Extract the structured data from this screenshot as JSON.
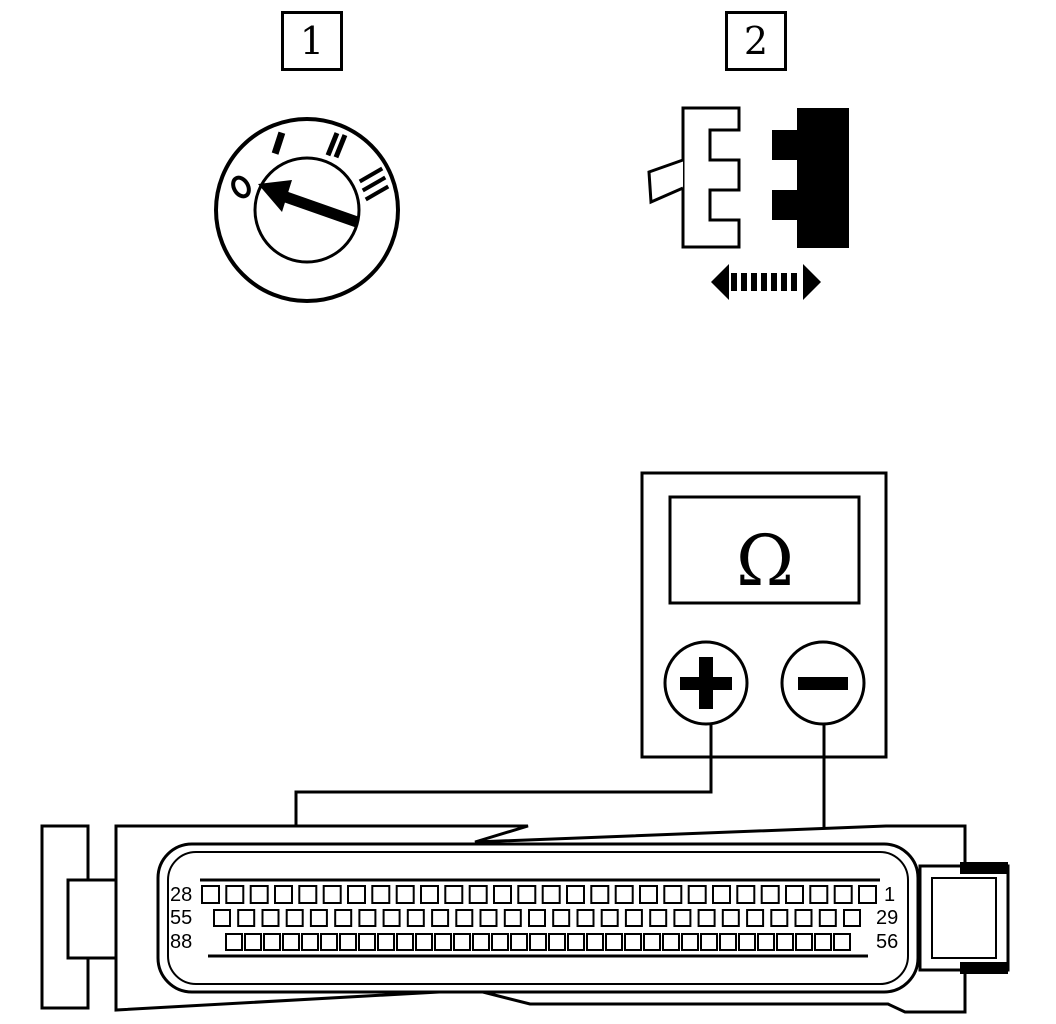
{
  "steps": [
    {
      "number": "1",
      "caption_icon": "ignition-switch-icon"
    },
    {
      "number": "2",
      "caption_icon": "connector-disconnect-icon"
    }
  ],
  "ignition_switch": {
    "positions": [
      "0",
      "I",
      "II",
      "III"
    ],
    "selected_position": "0"
  },
  "ohmmeter": {
    "unit_symbol": "Ω",
    "positive_symbol": "+",
    "negative_symbol": "−"
  },
  "connector": {
    "row_labels_left": [
      "28",
      "55",
      "88"
    ],
    "row_labels_right": [
      "1",
      "29",
      "56"
    ],
    "rows": [
      {
        "first_pin": 1,
        "last_pin": 28,
        "pin_count": 28
      },
      {
        "first_pin": 29,
        "last_pin": 55,
        "pin_count": 27
      },
      {
        "first_pin": 56,
        "last_pin": 88,
        "pin_count": 33
      }
    ]
  },
  "colors": {
    "line": "#000000",
    "background": "#ffffff"
  }
}
